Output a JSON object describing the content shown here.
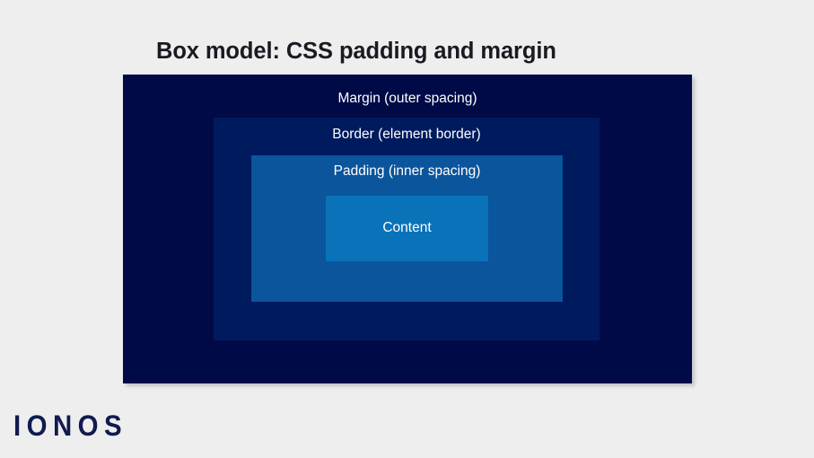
{
  "slide": {
    "background_color": "#eeeeee",
    "title": "Box model: CSS padding and margin"
  },
  "diagram": {
    "type": "nested-box-model",
    "layers": [
      {
        "key": "margin",
        "label": "Margin (outer spacing)",
        "color": "#000a47"
      },
      {
        "key": "border",
        "label": "Border (element border)",
        "color": "#001a5e"
      },
      {
        "key": "padding",
        "label": "Padding (inner spacing)",
        "color": "#0a559c"
      },
      {
        "key": "content",
        "label": "Content",
        "color": "#0a72b8"
      }
    ]
  },
  "brand": {
    "name": "IONOS",
    "color": "#101b4e"
  }
}
